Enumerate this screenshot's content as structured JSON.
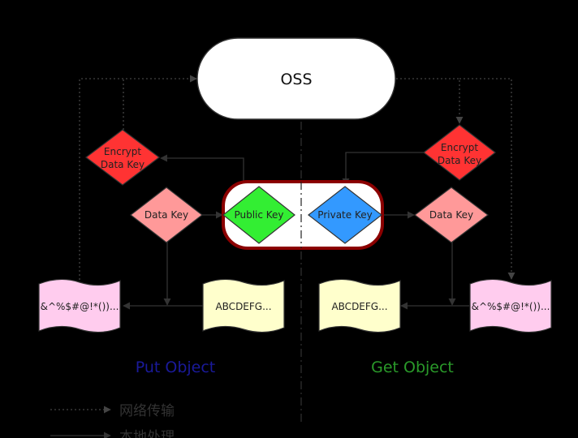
{
  "diagram": {
    "oss_label": "OSS",
    "encrypt_key_left": [
      "Encrypt",
      "Data Key"
    ],
    "encrypt_key_right": [
      "Encrypt",
      "Data Key"
    ],
    "data_key_left": "Data Key",
    "data_key_right": "Data Key",
    "public_key": "Public Key",
    "private_key": "Private Key",
    "ciphertext_left": "&^%$#@!*())...",
    "plaintext_left": "ABCDEFG...",
    "plaintext_right": "ABCDEFG...",
    "ciphertext_right": "&^%$#@!*())...",
    "put_object": "Put Object",
    "get_object": "Get Object",
    "legend_network": "网络传输",
    "legend_local": "本地处理"
  },
  "colors": {
    "background": "#000000",
    "oss_fill": "#ffffff",
    "encrypt_key_fill": "#ff3333",
    "data_key_fill": "#ff9999",
    "public_key_fill": "#33ee33",
    "private_key_fill": "#3399ff",
    "key_pair_border": "#8b0000",
    "ciphertext_fill": "#ffccee",
    "plaintext_fill": "#ffffcc",
    "put_object_text": "#1a1a9a",
    "get_object_text": "#2a9a2a",
    "legend_text": "#333333"
  }
}
